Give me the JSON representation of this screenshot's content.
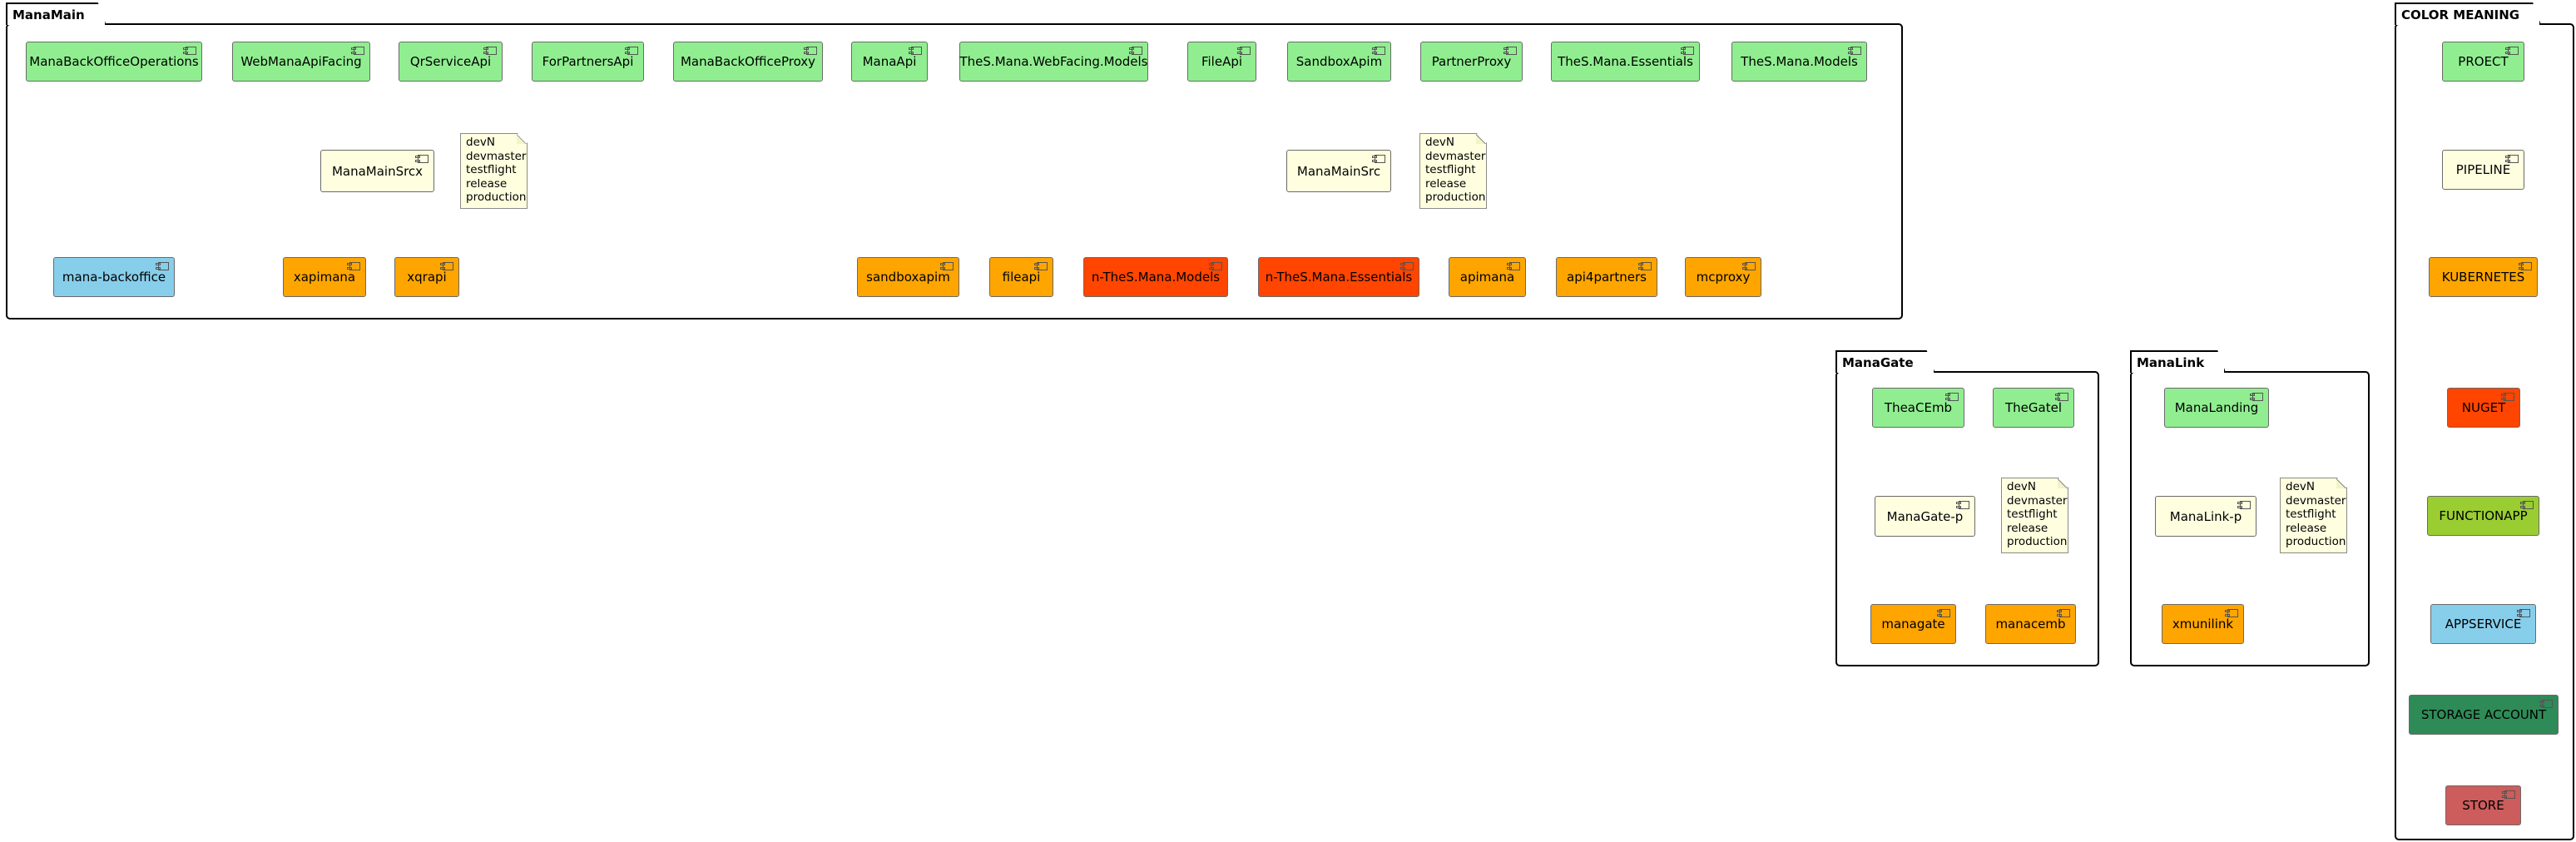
{
  "packages": {
    "manamain": "ManaMain",
    "managate": "ManaGate",
    "manalink": "ManaLink",
    "legend": "COLOR MEANING"
  },
  "components": {
    "mana_backoffice_operations": "ManaBackOfficeOperations",
    "web_mana_api_facing": "WebManaApiFacing",
    "qr_service_api": "QrServiceApi",
    "for_partners_api": "ForPartnersApi",
    "mana_backoffice_proxy": "ManaBackOfficeProxy",
    "mana_api": "ManaApi",
    "thes_webfacing_models": "TheS.Mana.WebFacing.Models",
    "file_api": "FileApi",
    "sandbox_apim": "SandboxApim",
    "partner_proxy": "PartnerProxy",
    "thes_essentials": "TheS.Mana.Essentials",
    "thes_models": "TheS.Mana.Models",
    "mana_main_srcx": "ManaMainSrcx",
    "mana_main_src": "ManaMainSrc",
    "mana_backoffice": "mana-backoffice",
    "xapimana": "xapimana",
    "xqrapi": "xqrapi",
    "sandboxapim": "sandboxapim",
    "fileapi": "fileapi",
    "n_models": "n-TheS.Mana.Models",
    "n_essentials": "n-TheS.Mana.Essentials",
    "apimana": "apimana",
    "api4partners": "api4partners",
    "mcproxy": "mcproxy",
    "thea_cemb": "TheaCEmb",
    "the_gatel": "TheGatel",
    "managate_p": "ManaGate-p",
    "managate": "managate",
    "manacemb": "manacemb",
    "mana_landing": "ManaLanding",
    "manalink_p": "ManaLink-p",
    "xmunilink": "xmunilink"
  },
  "notes": {
    "branches": [
      "devN",
      "devmaster",
      "testflight",
      "release",
      "production"
    ]
  },
  "legend": {
    "project": "PROECT",
    "pipeline": "PIPELINE",
    "kubernetes": "KUBERNETES",
    "nuget": "NUGET",
    "functionapp": "FUNCTIONAPP",
    "appservice": "APPSERVICE",
    "storage_account": "STORAGE ACCOUNT",
    "store": "STORE"
  },
  "colors": {
    "project": "#90EE90",
    "pipeline": "#FFFFE0",
    "kubernetes": "#FFA500",
    "nuget": "#FF4500",
    "functionapp": "#9ACD32",
    "appservice": "#87CEEB",
    "storage_account": "#2E8B57",
    "store": "#CD5C5C"
  }
}
